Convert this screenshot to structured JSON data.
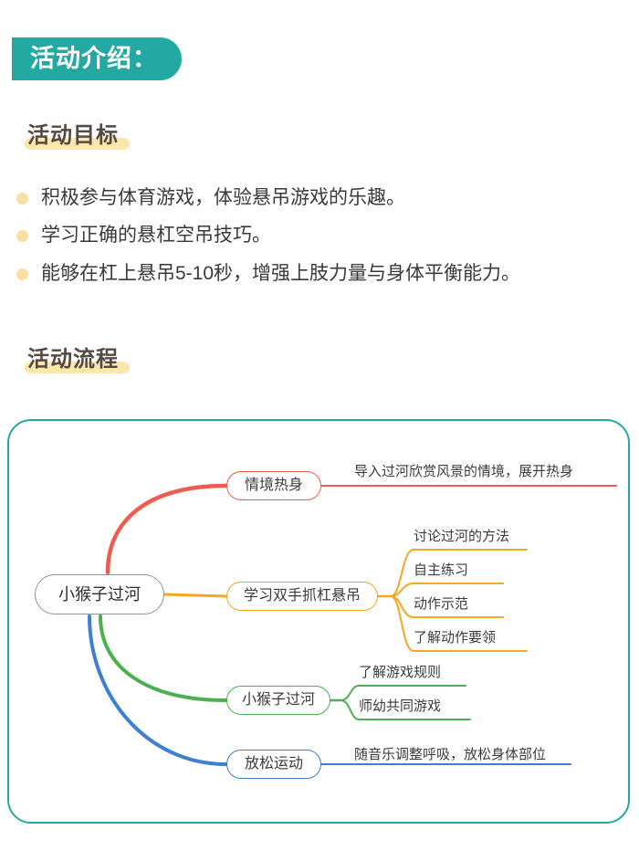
{
  "header": {
    "badge_label": "活动介绍："
  },
  "sections": {
    "goals": {
      "heading": "活动目标",
      "items": [
        "积极参与体育游戏，体验悬吊游戏的乐趣。",
        "学习正确的悬杠空吊技巧。",
        "能够在杠上悬吊5-10秒，增强上肢力量与身体平衡能力。"
      ]
    },
    "flow": {
      "heading": "活动流程"
    }
  },
  "mindmap": {
    "root": "小猴子过河",
    "branches": [
      {
        "label": "情境热身",
        "color": "#ef5c4e",
        "children": [
          "导入过河欣赏风景的情境，展开热身"
        ]
      },
      {
        "label": "学习双手抓杠悬吊",
        "color": "#f5a623",
        "children": [
          "讨论过河的方法",
          "自主练习",
          "动作示范",
          "了解动作要领"
        ]
      },
      {
        "label": "小猴子过河",
        "color": "#4caf50",
        "children": [
          "了解游戏规则",
          "师幼共同游戏"
        ]
      },
      {
        "label": "放松运动",
        "color": "#3d7fd0",
        "children": [
          "随音乐调整呼吸，放松身体部位"
        ]
      }
    ]
  },
  "colors": {
    "teal": "#23a9a2",
    "highlight_yellow": "#fbe6ad",
    "bullet_yellow": "#f9dfa3",
    "heading_text": "#554a42",
    "root_border": "#8b95a3"
  }
}
